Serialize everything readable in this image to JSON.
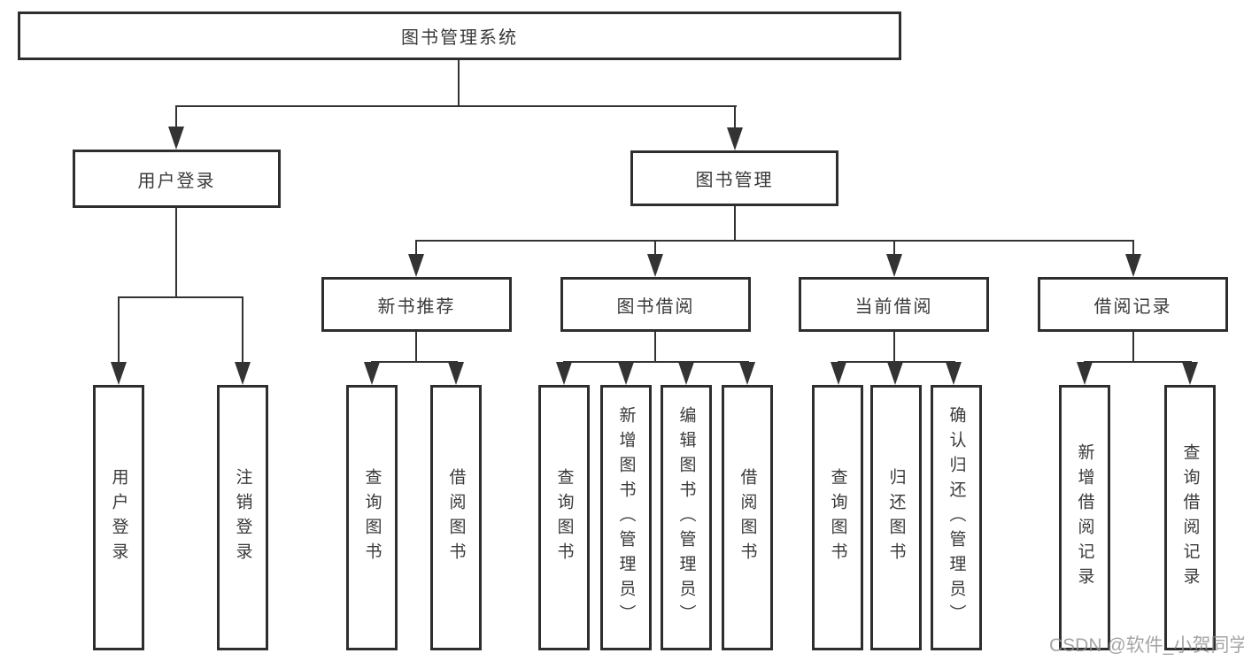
{
  "diagram": {
    "root": {
      "label": "图书管理系统"
    },
    "branches": [
      {
        "label": "用户登录",
        "children": [
          {
            "label": "用户登录"
          },
          {
            "label": "注销登录"
          }
        ]
      },
      {
        "label": "图书管理",
        "children": [
          {
            "label": "新书推荐",
            "children": [
              {
                "label": "查询图书"
              },
              {
                "label": "借阅图书"
              }
            ]
          },
          {
            "label": "图书借阅",
            "children": [
              {
                "label": "查询图书"
              },
              {
                "label": "新增图书（管理员）"
              },
              {
                "label": "编辑图书（管理员）"
              },
              {
                "label": "借阅图书"
              }
            ]
          },
          {
            "label": "当前借阅",
            "children": [
              {
                "label": "查询图书"
              },
              {
                "label": "归还图书"
              },
              {
                "label": "确认归还（管理员）"
              }
            ]
          },
          {
            "label": "借阅记录",
            "children": [
              {
                "label": "新增借阅记录"
              },
              {
                "label": "查询借阅记录"
              }
            ]
          }
        ]
      }
    ],
    "colors": {
      "line": "#333333",
      "box_border": "#2e2e2e",
      "text": "#3a3a3a",
      "background": "#ffffff",
      "watermark": "#8f8f8f"
    }
  },
  "watermark": {
    "text": "CSDN @软件_小贺同学"
  }
}
